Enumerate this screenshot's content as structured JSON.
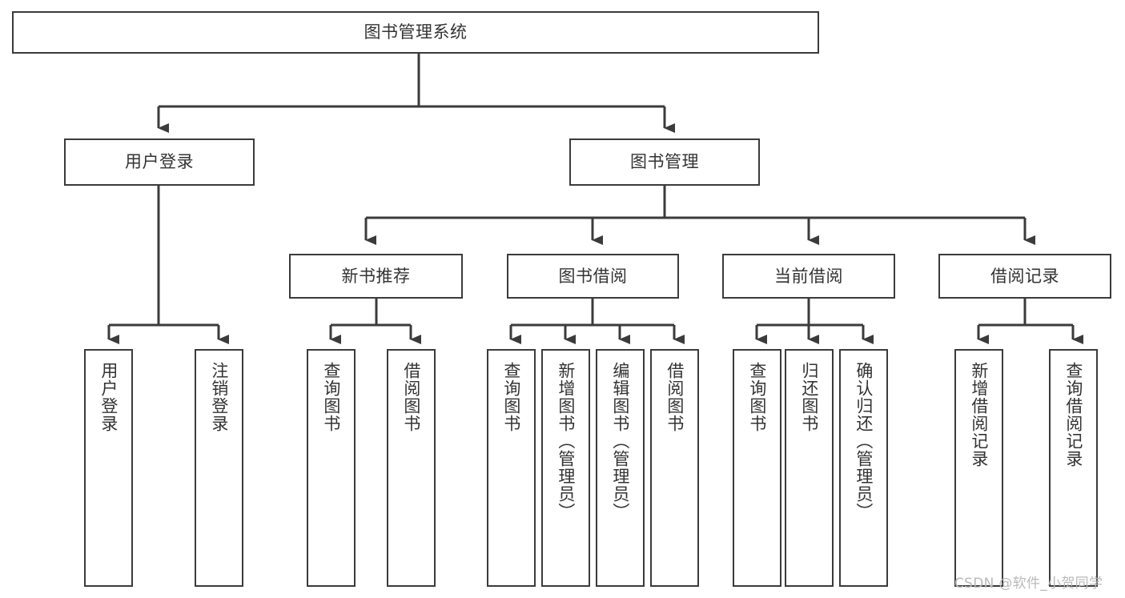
{
  "diagram": {
    "type": "tree-hierarchy",
    "title": "图书管理系统",
    "orientation": "top-down",
    "colors": {
      "box_border": "#3b3b3b",
      "box_fill": "#ffffff",
      "text": "#333333",
      "connector": "#3b3b3b",
      "watermark": "#b9b9b9",
      "background": "#ffffff"
    },
    "nodes": {
      "root": {
        "label": "图书管理系统"
      },
      "level2": [
        {
          "id": "user-login",
          "label": "用户登录"
        },
        {
          "id": "book-management",
          "label": "图书管理"
        }
      ],
      "level3": [
        {
          "id": "new-book-recommend",
          "label": "新书推荐"
        },
        {
          "id": "book-borrow",
          "label": "图书借阅"
        },
        {
          "id": "current-borrow",
          "label": "当前借阅"
        },
        {
          "id": "borrow-record",
          "label": "借阅记录"
        }
      ],
      "leaves": {
        "user-login": [
          {
            "id": "user-login-leaf",
            "label": "用户登录"
          },
          {
            "id": "user-logout-leaf",
            "label": "注销登录"
          }
        ],
        "new-book-recommend": [
          {
            "id": "query-book-1",
            "label": "查询图书"
          },
          {
            "id": "borrow-book-1",
            "label": "借阅图书"
          }
        ],
        "book-borrow": [
          {
            "id": "query-book-2",
            "label": "查询图书"
          },
          {
            "id": "add-book",
            "label": "新增图书（管理员）"
          },
          {
            "id": "edit-book",
            "label": "编辑图书（管理员）"
          },
          {
            "id": "borrow-book-2",
            "label": "借阅图书"
          }
        ],
        "current-borrow": [
          {
            "id": "query-book-3",
            "label": "查询图书"
          },
          {
            "id": "return-book",
            "label": "归还图书"
          },
          {
            "id": "confirm-return",
            "label": "确认归还（管理员）"
          }
        ],
        "borrow-record": [
          {
            "id": "add-borrow-record",
            "label": "新增借阅记录"
          },
          {
            "id": "query-borrow-record",
            "label": "查询借阅记录"
          }
        ]
      }
    }
  },
  "watermark": {
    "text": "CSDN @软件_小贺同学"
  }
}
